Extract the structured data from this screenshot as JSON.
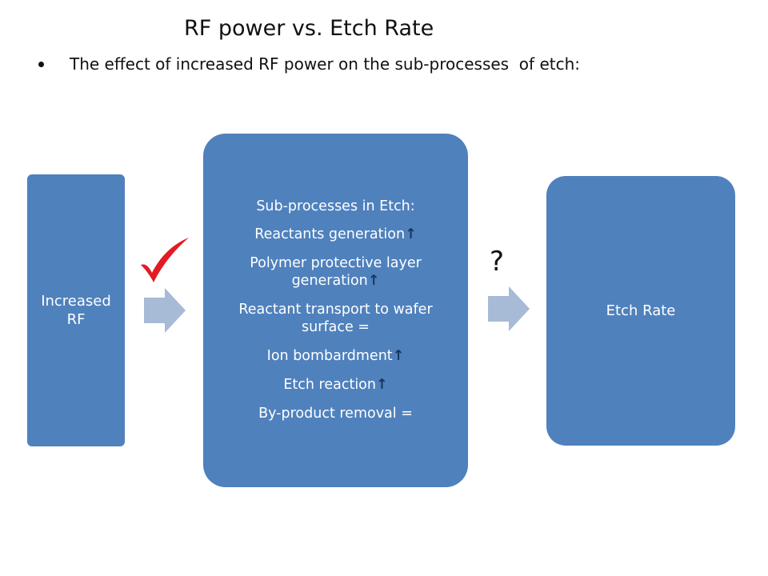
{
  "title": "RF power vs. Etch Rate",
  "bullet": "The effect of increased RF power on the sub-processes  of etch:",
  "left_box": {
    "line1": "Increased",
    "line2": "RF"
  },
  "middle_box": {
    "heading": "Sub-processes in Etch:",
    "items": [
      {
        "text": "Reactants generation",
        "arrow": "↑"
      },
      {
        "text": "Polymer protective layer generation",
        "arrow": "↑"
      },
      {
        "text": "Reactant transport to wafer surface =",
        "arrow": ""
      },
      {
        "text": "Ion bombardment",
        "arrow": "↑"
      },
      {
        "text": "Etch reaction",
        "arrow": "↑"
      },
      {
        "text": "By-product removal =",
        "arrow": ""
      }
    ]
  },
  "right_box": {
    "label": "Etch Rate"
  },
  "question_mark": "?",
  "colors": {
    "box_fill": "#4f81bd",
    "connector_arrow": "#a7bad6",
    "check_mark": "#e31b23",
    "up_arrow": "#17375e"
  },
  "icons": {
    "check": "check-mark-icon",
    "connector": "right-chevron-arrow-icon"
  }
}
